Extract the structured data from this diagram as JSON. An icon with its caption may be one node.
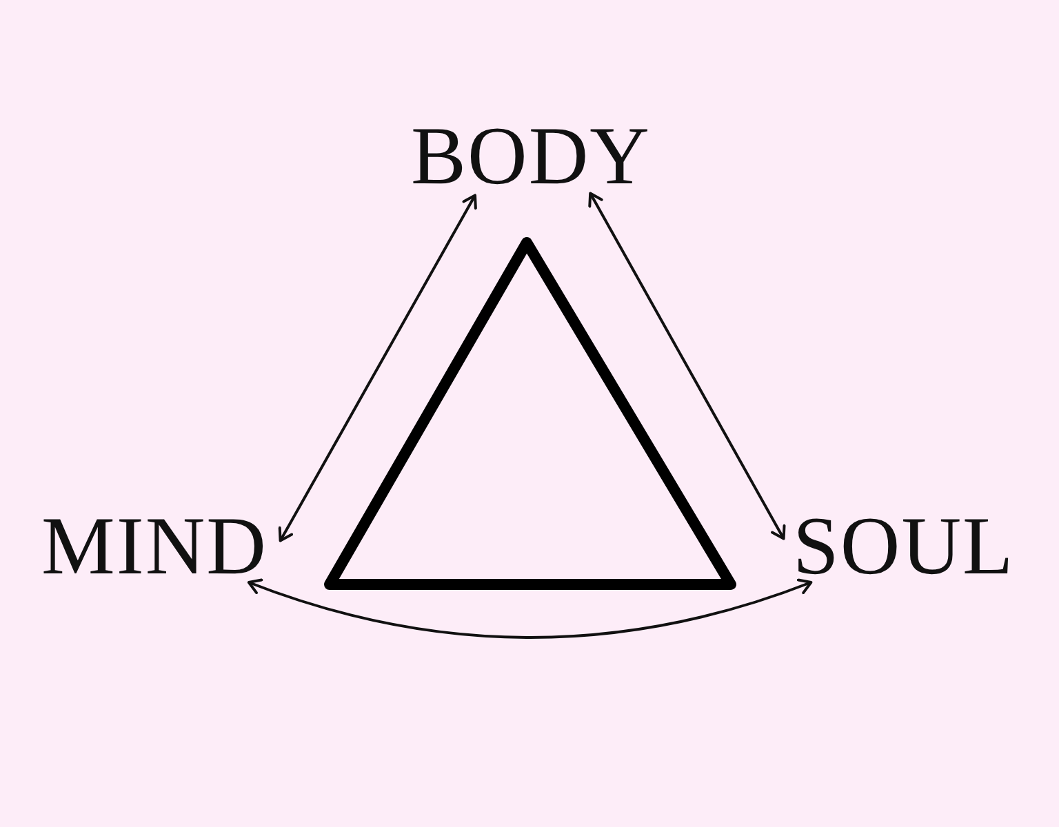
{
  "diagram": {
    "nodes": [
      {
        "text": [
          "BODY"
        ]
      },
      {
        "text": [
          "MIND"
        ]
      },
      {
        "text": [
          "SOUL"
        ]
      }
    ],
    "edges": [
      {
        "from": 0,
        "to": 1,
        "arrow": "both"
      },
      {
        "from": 0,
        "to": 2,
        "arrow": "both"
      },
      {
        "from": 1,
        "to": 2,
        "arrow": "both"
      }
    ]
  }
}
